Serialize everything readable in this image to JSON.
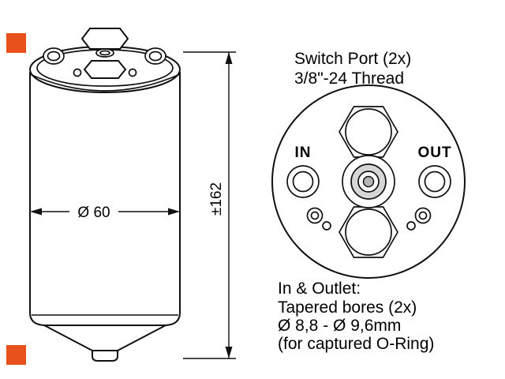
{
  "figure": {
    "side_view": {
      "diameter_label": "Ø 60",
      "height_label": "±162"
    },
    "top_view": {
      "in_label": "IN",
      "out_label": "OUT"
    },
    "notes": {
      "switch_port": [
        "Switch Port (2x)",
        "3/8\"-24 Thread"
      ],
      "inlet_outlet": [
        "In & Outlet:",
        "Tapered bores (2x)",
        "Ø 8,8 - Ø 9,6mm",
        "(for captured O-Ring)"
      ]
    },
    "colors": {
      "accent": "#e8511c",
      "line": "#111111",
      "background": "#ffffff"
    }
  }
}
